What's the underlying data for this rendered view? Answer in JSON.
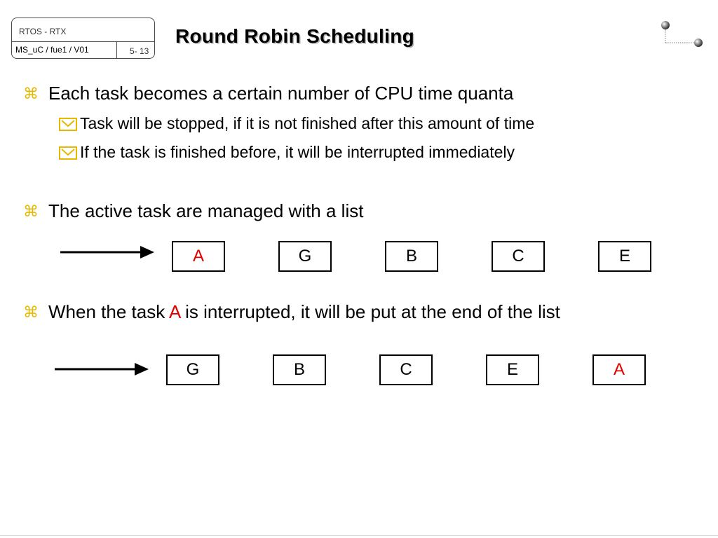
{
  "header": {
    "course": "RTOS - RTX",
    "module": "MS_uC / fue1 / V01",
    "page": "5- 13"
  },
  "title": "Round Robin Scheduling",
  "bullets": {
    "b1": "Each task becomes a certain number of CPU time quanta",
    "b1_sub1": "Task will be stopped, if it is not finished after this amount of time",
    "b1_sub2": "If the task is finished before, it will be interrupted immediately",
    "b2": "The active task are managed with a list",
    "b3_pre": "When the task ",
    "b3_task": "A",
    "b3_post": " is interrupted, it will be put at the end of the list"
  },
  "list_before": [
    "A",
    "G",
    "B",
    "C",
    "E"
  ],
  "list_after": [
    "G",
    "B",
    "C",
    "E",
    "A"
  ],
  "highlight_task": "A",
  "colors": {
    "bullet_main": "#e6b800",
    "highlight": "#e00000"
  },
  "icons": {
    "main_bullet": "command-key-icon",
    "sub_bullet": "checkbox-checked-icon",
    "logo": "spheres-logo-icon",
    "list_pointer": "arrow-right-icon"
  }
}
